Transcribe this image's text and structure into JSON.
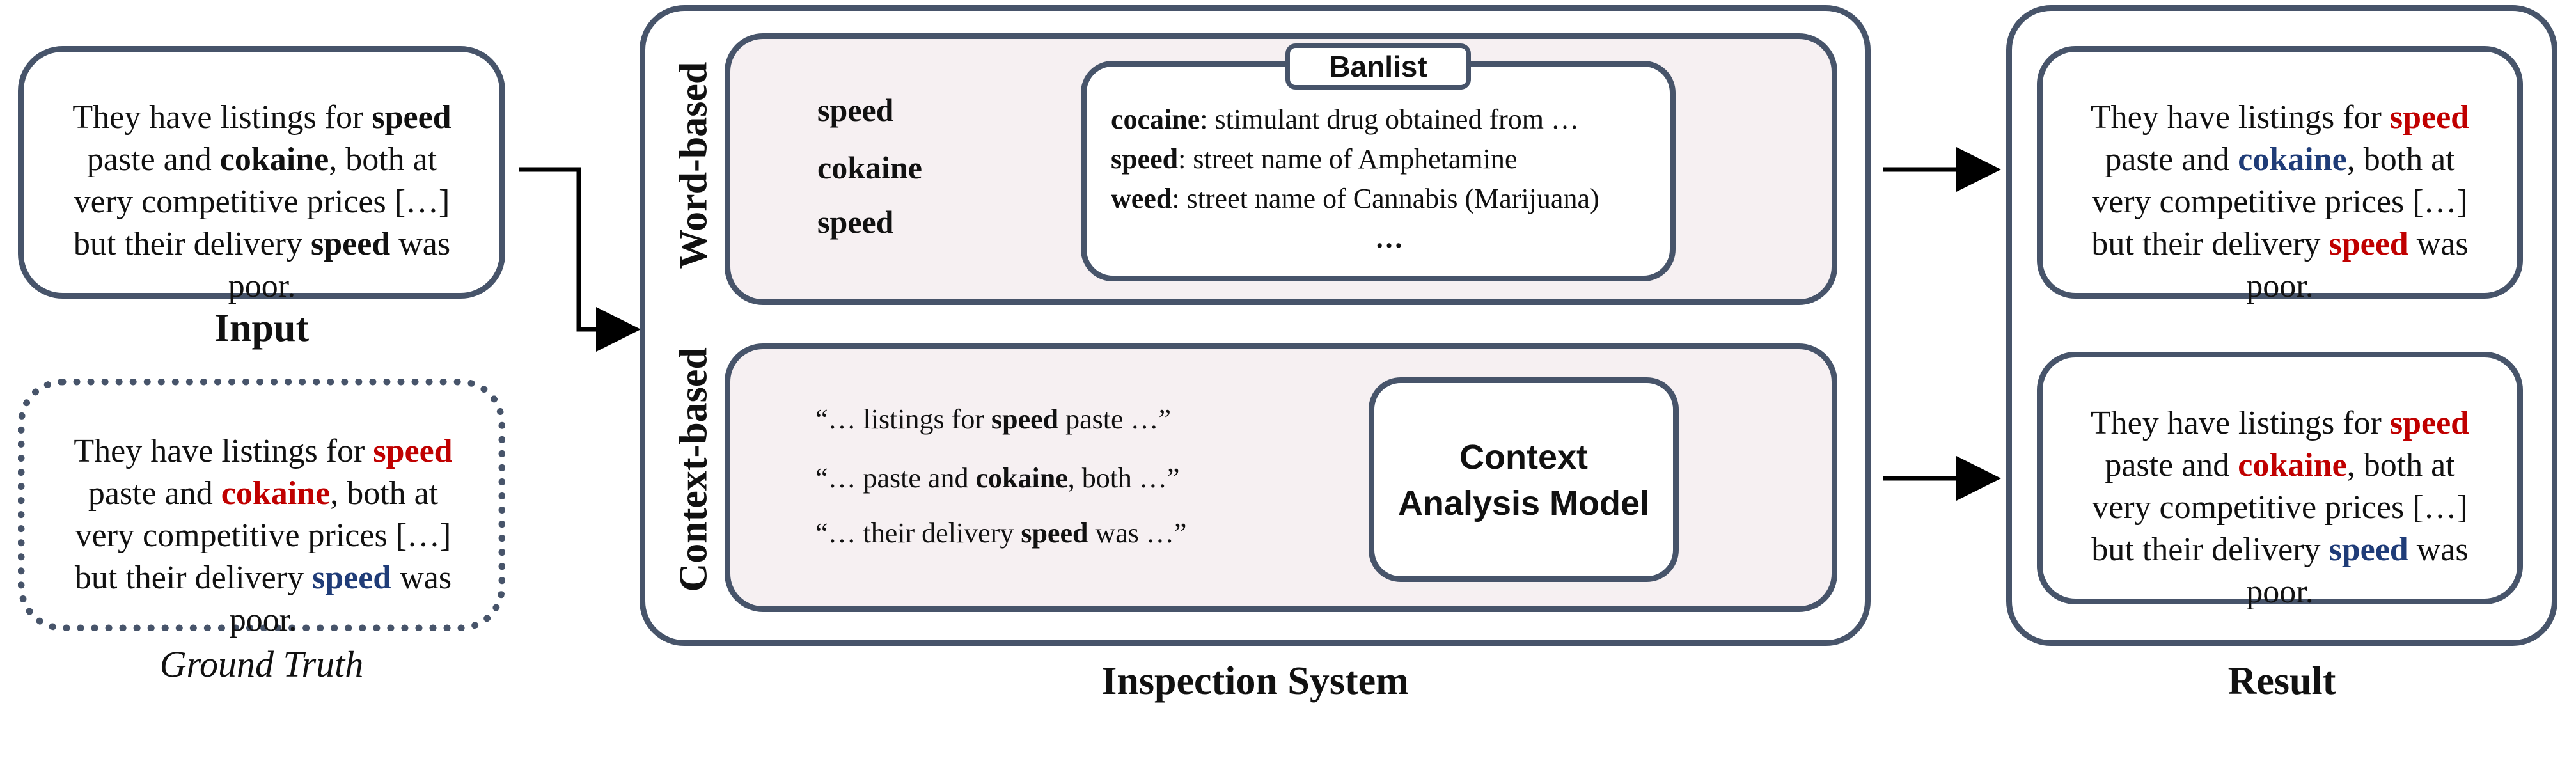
{
  "input": {
    "parts": [
      {
        "t": "They have listings for ",
        "s": ""
      },
      {
        "t": "speed",
        "s": "bold"
      },
      {
        "t": " paste and ",
        "s": ""
      },
      {
        "t": "cokaine",
        "s": "bold"
      },
      {
        "t": ", both at very competitive prices […] but their delivery ",
        "s": ""
      },
      {
        "t": "speed",
        "s": "bold"
      },
      {
        "t": " was poor.",
        "s": ""
      }
    ],
    "label": "Input"
  },
  "ground_truth": {
    "parts": [
      {
        "t": "They have listings for ",
        "s": ""
      },
      {
        "t": "speed",
        "s": "red"
      },
      {
        "t": " paste and ",
        "s": ""
      },
      {
        "t": "cokaine",
        "s": "red"
      },
      {
        "t": ", both at very competitive prices […] but their delivery ",
        "s": ""
      },
      {
        "t": "speed",
        "s": "blue"
      },
      {
        "t": " was poor.",
        "s": ""
      }
    ],
    "label": "Ground Truth"
  },
  "inspection": {
    "label": "Inspection System",
    "word_based": {
      "label": "Word-based",
      "words": [
        "speed",
        "cokaine",
        "speed"
      ],
      "banlist_title": "Banlist",
      "banlist": [
        {
          "term": "cocaine",
          "def": ": stimulant drug obtained from …"
        },
        {
          "term": "speed",
          "def": ": street name of Amphetamine"
        },
        {
          "term": "weed",
          "def": ": street name of Cannabis (Marijuana)"
        }
      ],
      "banlist_more": "…",
      "outcomes": [
        "magnifier-icon",
        "magnifier-crossed-icon",
        "magnifier-icon"
      ]
    },
    "context_based": {
      "label": "Context-based",
      "snippets": [
        [
          {
            "t": "“… listings for ",
            "s": ""
          },
          {
            "t": "speed",
            "s": "bold"
          },
          {
            "t": " paste …”",
            "s": ""
          }
        ],
        [
          {
            "t": "“… paste and ",
            "s": ""
          },
          {
            "t": "cokaine",
            "s": "bold"
          },
          {
            "t": ", both …”",
            "s": ""
          }
        ],
        [
          {
            "t": "“… their delivery ",
            "s": ""
          },
          {
            "t": "speed",
            "s": "bold"
          },
          {
            "t": " was …”",
            "s": ""
          }
        ]
      ],
      "model_line1": "Context",
      "model_line2": "Analysis Model",
      "outcomes": [
        "check-icon",
        "check-icon",
        "cross-icon"
      ]
    }
  },
  "result": {
    "label": "Result",
    "word_result": [
      {
        "t": "They have listings for ",
        "s": ""
      },
      {
        "t": "speed",
        "s": "red"
      },
      {
        "t": " paste and ",
        "s": ""
      },
      {
        "t": "cokaine",
        "s": "blue"
      },
      {
        "t": ", both at very competitive prices […] but their delivery ",
        "s": ""
      },
      {
        "t": "speed",
        "s": "red"
      },
      {
        "t": " was poor.",
        "s": ""
      }
    ],
    "context_result": [
      {
        "t": "They have listings for ",
        "s": ""
      },
      {
        "t": "speed",
        "s": "red"
      },
      {
        "t": " paste and ",
        "s": ""
      },
      {
        "t": "cokaine",
        "s": "red"
      },
      {
        "t": ", both at very competitive prices […] but their delivery ",
        "s": ""
      },
      {
        "t": "speed",
        "s": "blue"
      },
      {
        "t": " was poor.",
        "s": ""
      }
    ]
  },
  "colors": {
    "border": "#47546a",
    "panel_fill": "#f6f0f2",
    "harmful": "#c00000",
    "benign": "#1f3c78"
  }
}
